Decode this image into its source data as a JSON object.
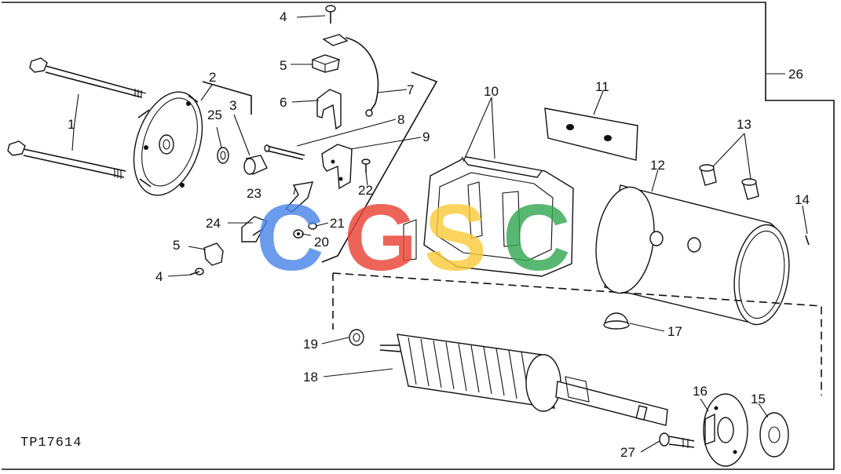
{
  "figure": {
    "code": "TP17614",
    "labels": [
      "1",
      "2",
      "3",
      "4",
      "4",
      "5",
      "5",
      "6",
      "7",
      "8",
      "9",
      "10",
      "11",
      "12",
      "13",
      "14",
      "15",
      "16",
      "17",
      "18",
      "19",
      "20",
      "21",
      "22",
      "23",
      "24",
      "25",
      "26",
      "27"
    ]
  },
  "watermark": {
    "letters": [
      "C",
      "G",
      "S",
      "C"
    ],
    "colors": [
      "#4a86e8",
      "#ea4335",
      "#fbcb3c",
      "#34a853"
    ]
  }
}
